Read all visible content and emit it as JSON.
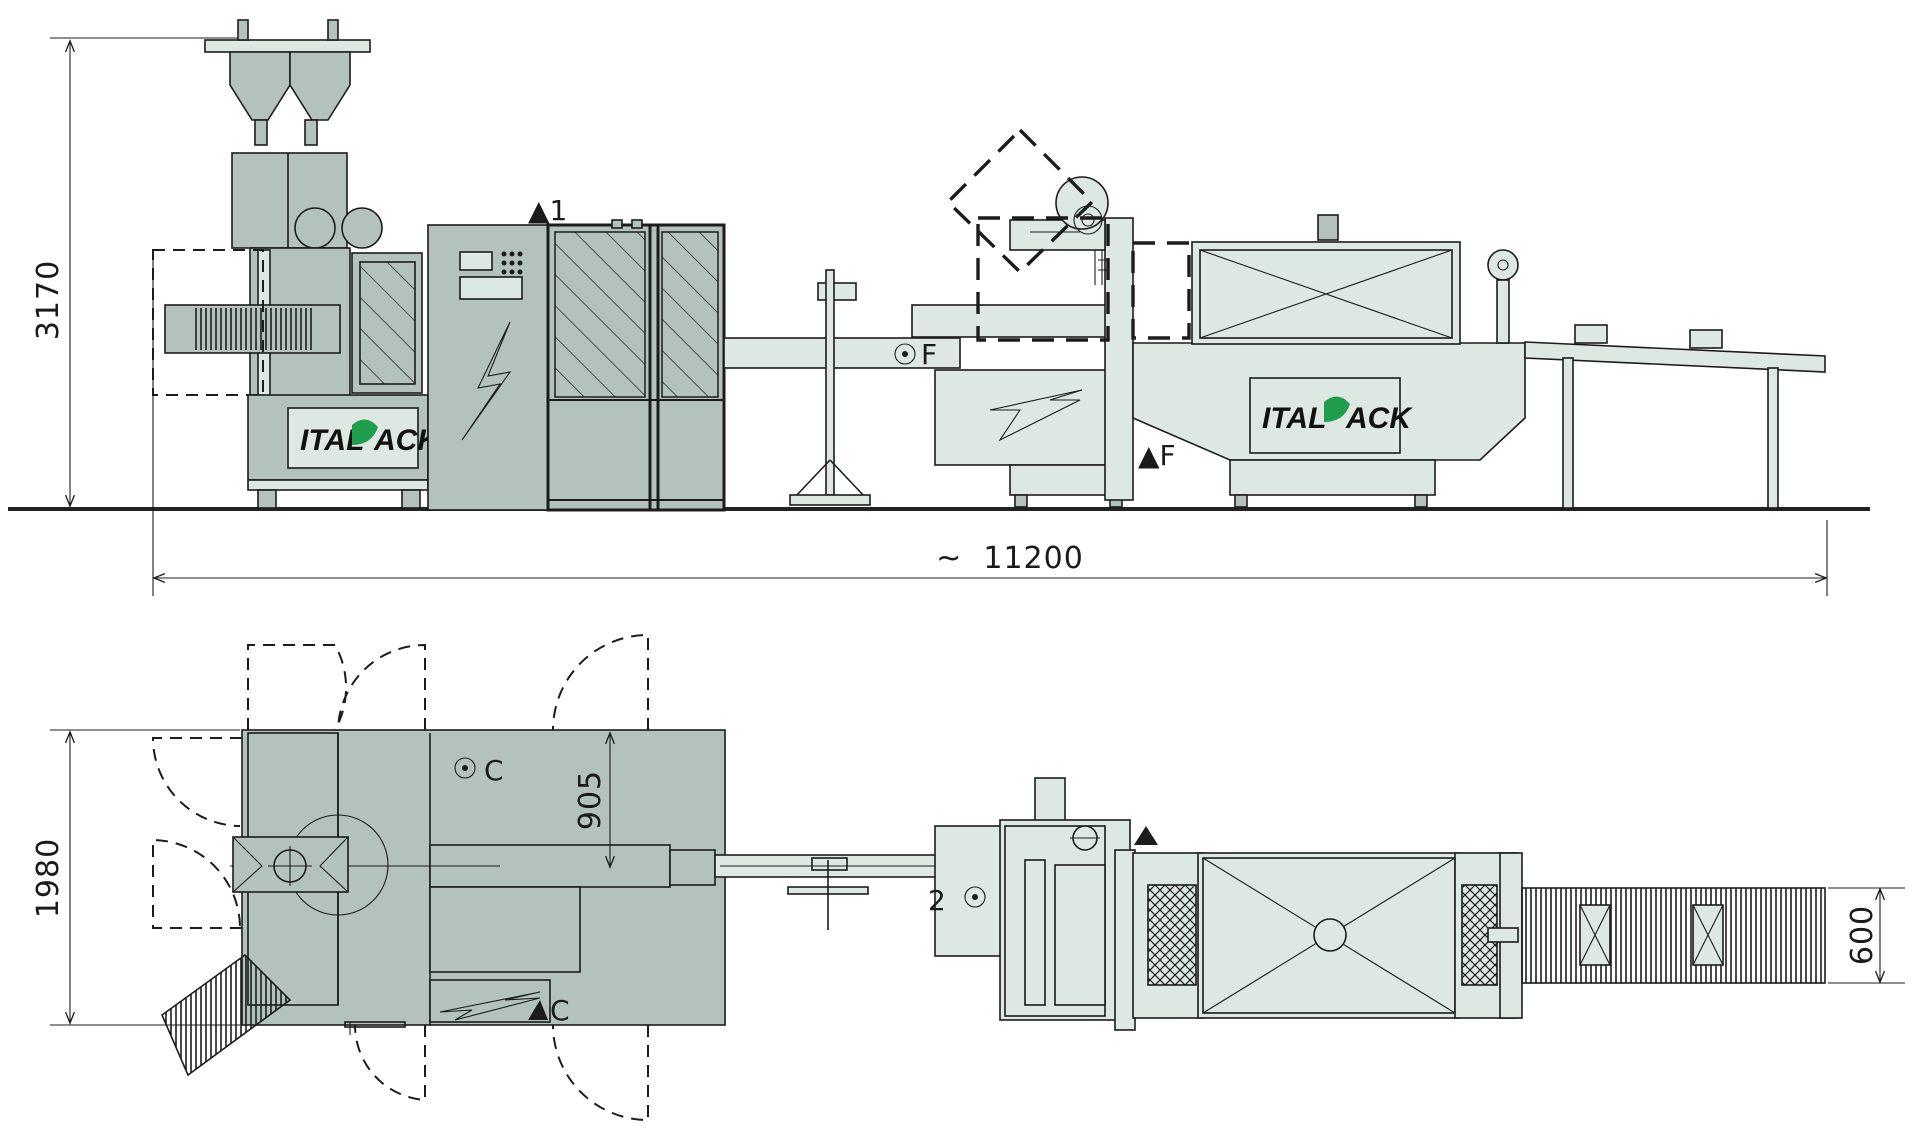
{
  "dimensions": {
    "height_side": "3170",
    "length_total": "~  11200",
    "width_top": "1980",
    "door_offset": "905",
    "conveyor_width": "600"
  },
  "markers": {
    "side_1": "▲1",
    "side_F_circle": "F",
    "side_F_triangle": "▲F",
    "top_C_circle": "C",
    "top_C_triangle": "C",
    "top_2": "2"
  },
  "logo": {
    "left_a": "ITAL",
    "left_b": "ACK",
    "right_a": "ITAL",
    "right_b": "ACK"
  },
  "colors": {
    "machine_dark": "#b3c2ba",
    "machine_light": "#dde8e2",
    "line": "#1c1c1c",
    "logo_green": "#1f9e4d"
  }
}
